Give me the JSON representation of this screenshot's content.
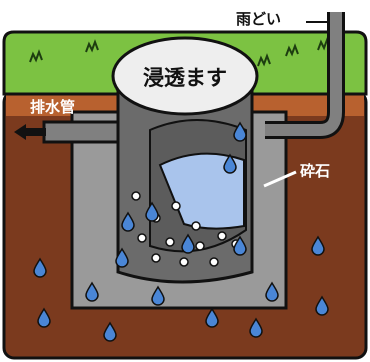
{
  "title": "",
  "labels": {
    "downspout": "雨どい",
    "drain_pipe": "排水管",
    "lid": "浸透ます",
    "gravel": "砕石"
  },
  "colors": {
    "soil": "#7b3a1e",
    "soil_edge": "#a85a2e",
    "grass": "#7cc242",
    "gravel_pit": "#9a9a9a",
    "basin_body": "#6b6b6b",
    "pipe": "#808080",
    "water": "#a9c4ec",
    "droplet": "#4a86d6",
    "lid": "#eeeeee"
  },
  "icons": {
    "flow_arrow": "arrow-left-icon",
    "droplets": "water-drop-icon",
    "grass": "grass-tuft-icon"
  }
}
